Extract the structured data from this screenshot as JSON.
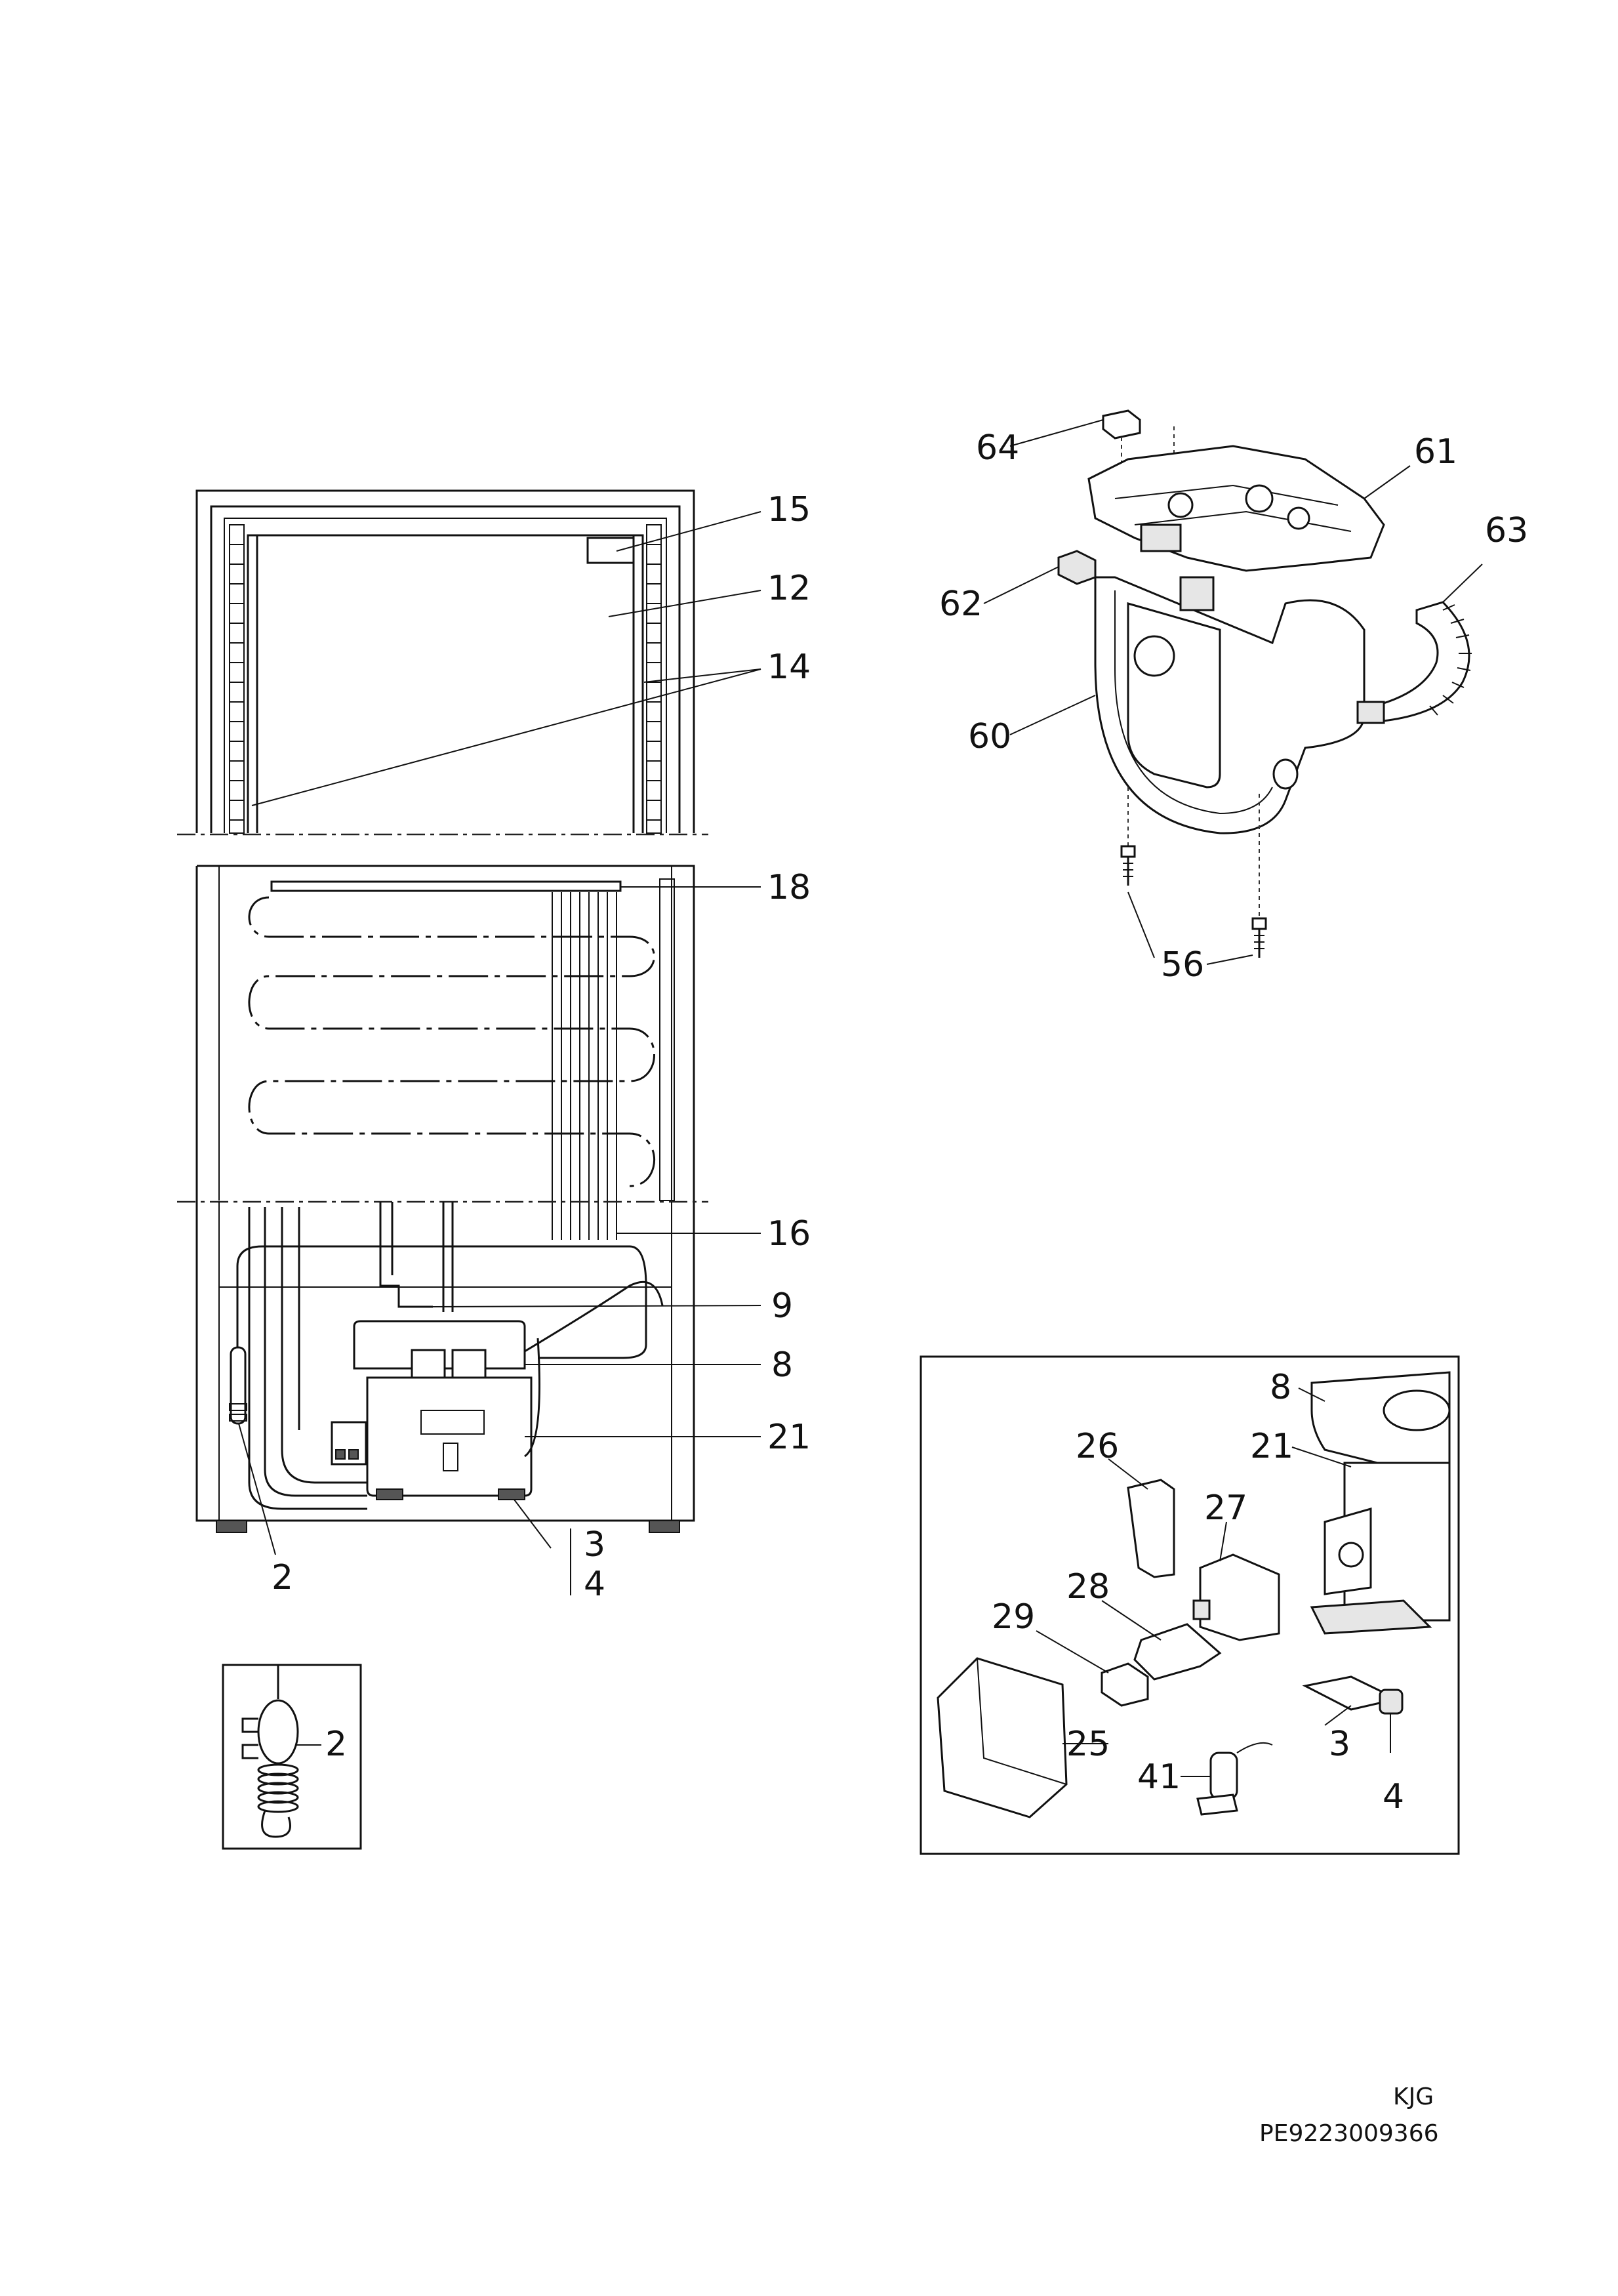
{
  "footer": {
    "code": "KJG",
    "reference": "PE9223009366"
  },
  "callouts": {
    "c15": "15",
    "c12": "12",
    "c14": "14",
    "c18": "18",
    "c16": "16",
    "c9": "9",
    "c8": "8",
    "c21": "21",
    "c2": "2",
    "c3": "3",
    "c4": "4",
    "c2_detail": "2",
    "c64": "64",
    "c61": "61",
    "c63": "63",
    "c62": "62",
    "c60": "60",
    "c56": "56",
    "d8": "8",
    "d21": "21",
    "d26": "26",
    "d27": "27",
    "d28": "28",
    "d29": "29",
    "d25": "25",
    "d3": "3",
    "d4": "4",
    "d41": "41"
  }
}
